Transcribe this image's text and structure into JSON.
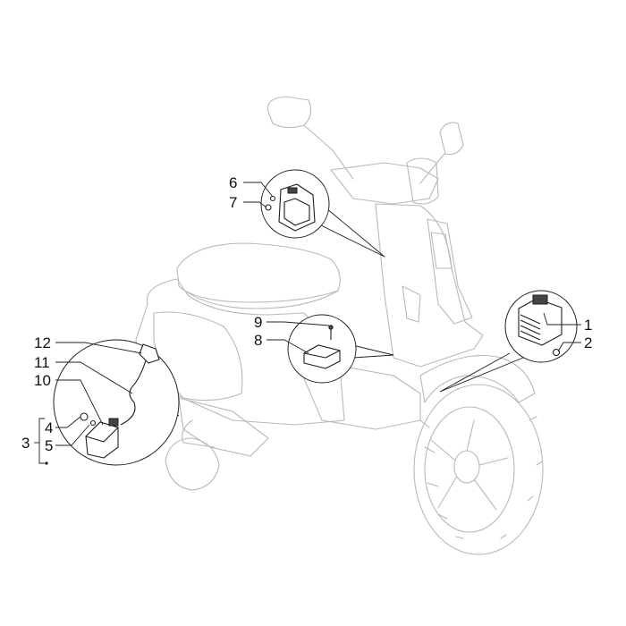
{
  "diagram": {
    "labels": [
      "1",
      "2",
      "3",
      "4",
      "5",
      "6",
      "7",
      "8",
      "9",
      "10",
      "11",
      "12"
    ],
    "colors": {
      "line": "#222222",
      "ghost": "#b9b9b9",
      "background": "#ffffff"
    }
  }
}
